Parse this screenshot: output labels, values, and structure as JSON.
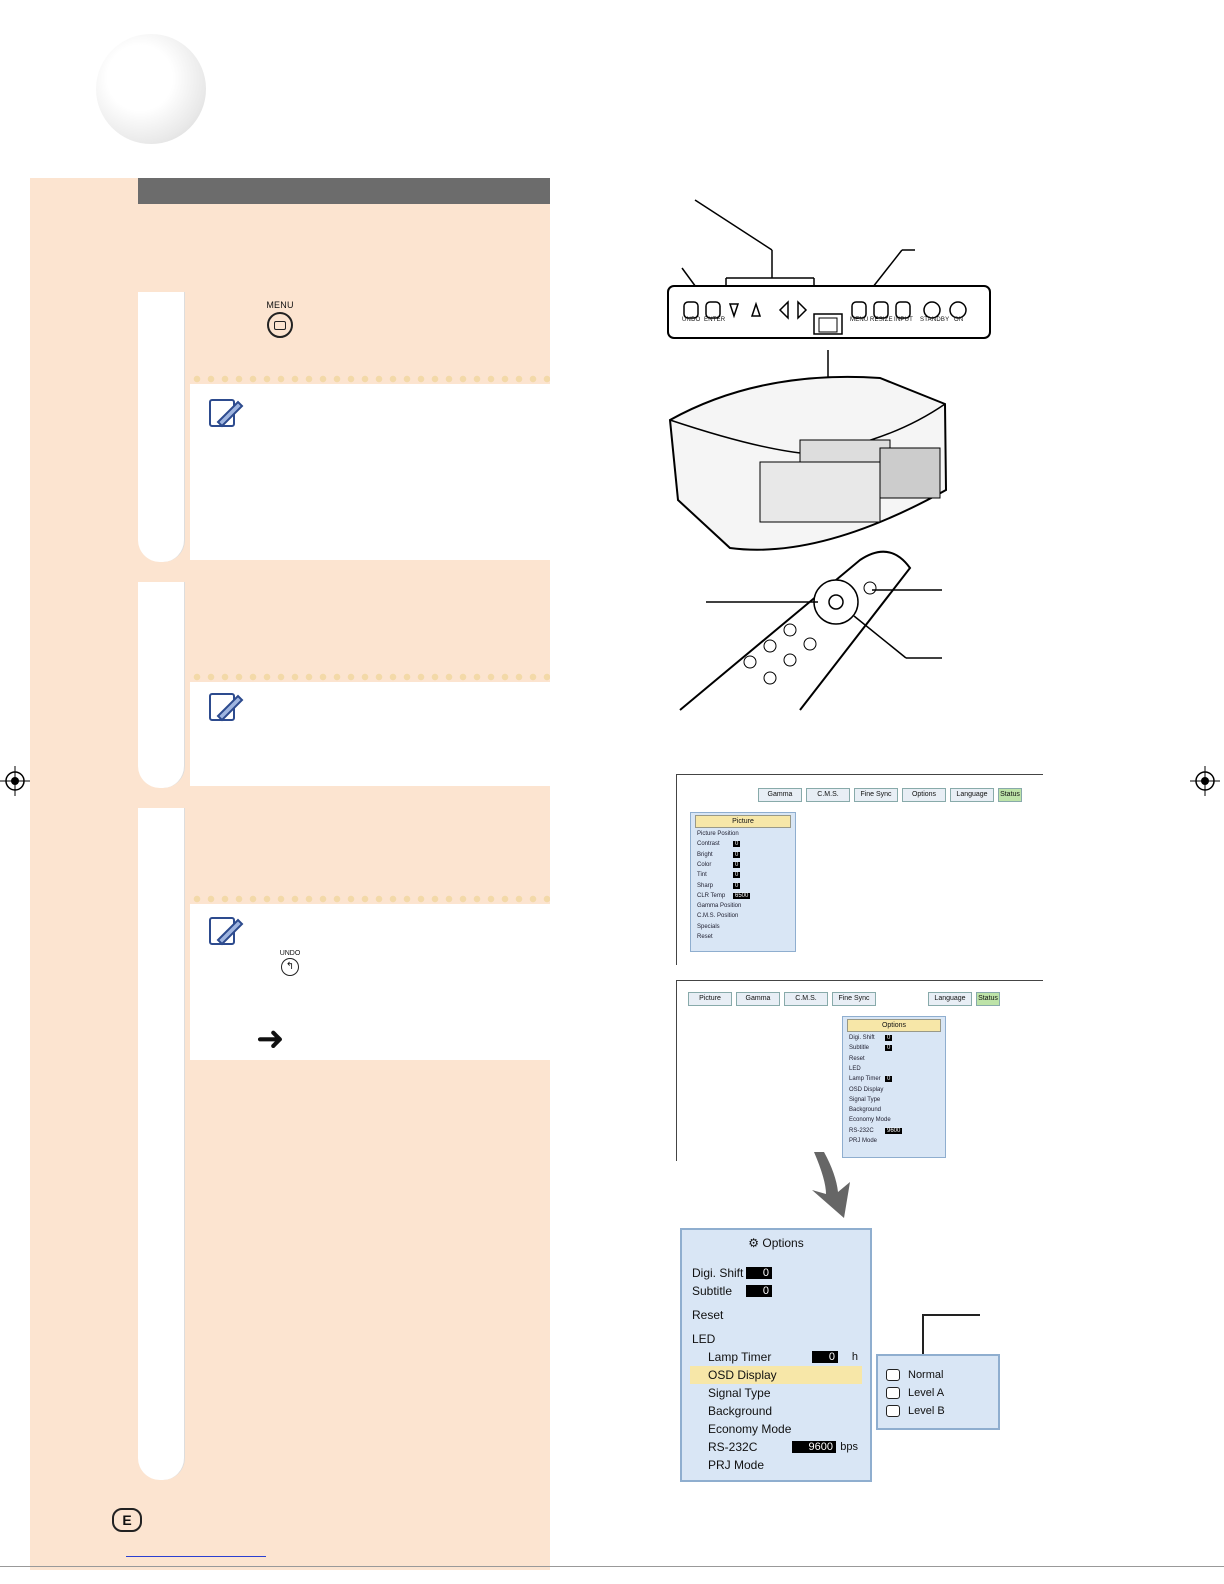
{
  "buttons": {
    "menu_label": "MENU",
    "undo_label": "UNDO",
    "panel": [
      "UNDO",
      "ENTER",
      "MENU",
      "RESIZE",
      "INPUT",
      "STANDBY",
      "ON"
    ]
  },
  "menu1": {
    "tabs": [
      "Gamma",
      "C.M.S.",
      "Fine Sync",
      "Options",
      "Language",
      "Status"
    ],
    "title": "Picture",
    "rows": [
      {
        "label": "Picture Position"
      },
      {
        "label": "Contrast",
        "value": "0"
      },
      {
        "label": "Bright",
        "value": "0"
      },
      {
        "label": "Color",
        "value": "0"
      },
      {
        "label": "Tint",
        "value": "0"
      },
      {
        "label": "Sharp",
        "value": "0"
      },
      {
        "label": "CLR Temp",
        "value": "6500"
      },
      {
        "label": "Gamma Position"
      },
      {
        "label": "C.M.S. Position"
      },
      {
        "label": "Specials"
      },
      {
        "label": "Reset"
      }
    ]
  },
  "menu2": {
    "tabs": [
      "Picture",
      "Gamma",
      "C.M.S.",
      "Fine Sync",
      "Language",
      "Status"
    ],
    "title": "Options",
    "rows": [
      {
        "label": "Digi. Shift",
        "value": "0"
      },
      {
        "label": "Subtitle",
        "value": "0"
      },
      {
        "label": "Reset"
      },
      {
        "label": "LED"
      },
      {
        "label": "Lamp Timer",
        "value": "0",
        "unit": "h"
      },
      {
        "label": "OSD Display"
      },
      {
        "label": "Signal Type"
      },
      {
        "label": "Background"
      },
      {
        "label": "Economy Mode"
      },
      {
        "label": "RS-232C",
        "value": "9600",
        "unit": "bps"
      },
      {
        "label": "PRJ Mode"
      }
    ]
  },
  "menu3": {
    "title": "Options",
    "rows": [
      {
        "label": "Digi. Shift",
        "value": "0"
      },
      {
        "label": "Subtitle",
        "value": "0"
      },
      {
        "label": "Reset"
      },
      {
        "label": "LED"
      },
      {
        "label": "Lamp Timer",
        "value": "0",
        "unit": "h"
      },
      {
        "label": "OSD Display"
      },
      {
        "label": "Signal Type"
      },
      {
        "label": "Background"
      },
      {
        "label": "Economy Mode"
      },
      {
        "label": "RS-232C",
        "value": "9600",
        "unit": "bps"
      },
      {
        "label": "PRJ Mode"
      }
    ]
  },
  "submenu": {
    "options": [
      "Normal",
      "Level A",
      "Level B"
    ]
  },
  "footer": {
    "lang_badge": "E"
  },
  "colors": {
    "peach": "#fce4d0",
    "header_gray": "#6c6c6c",
    "menu_bg": "#d9e6f5",
    "highlight": "#f7e7a8"
  }
}
